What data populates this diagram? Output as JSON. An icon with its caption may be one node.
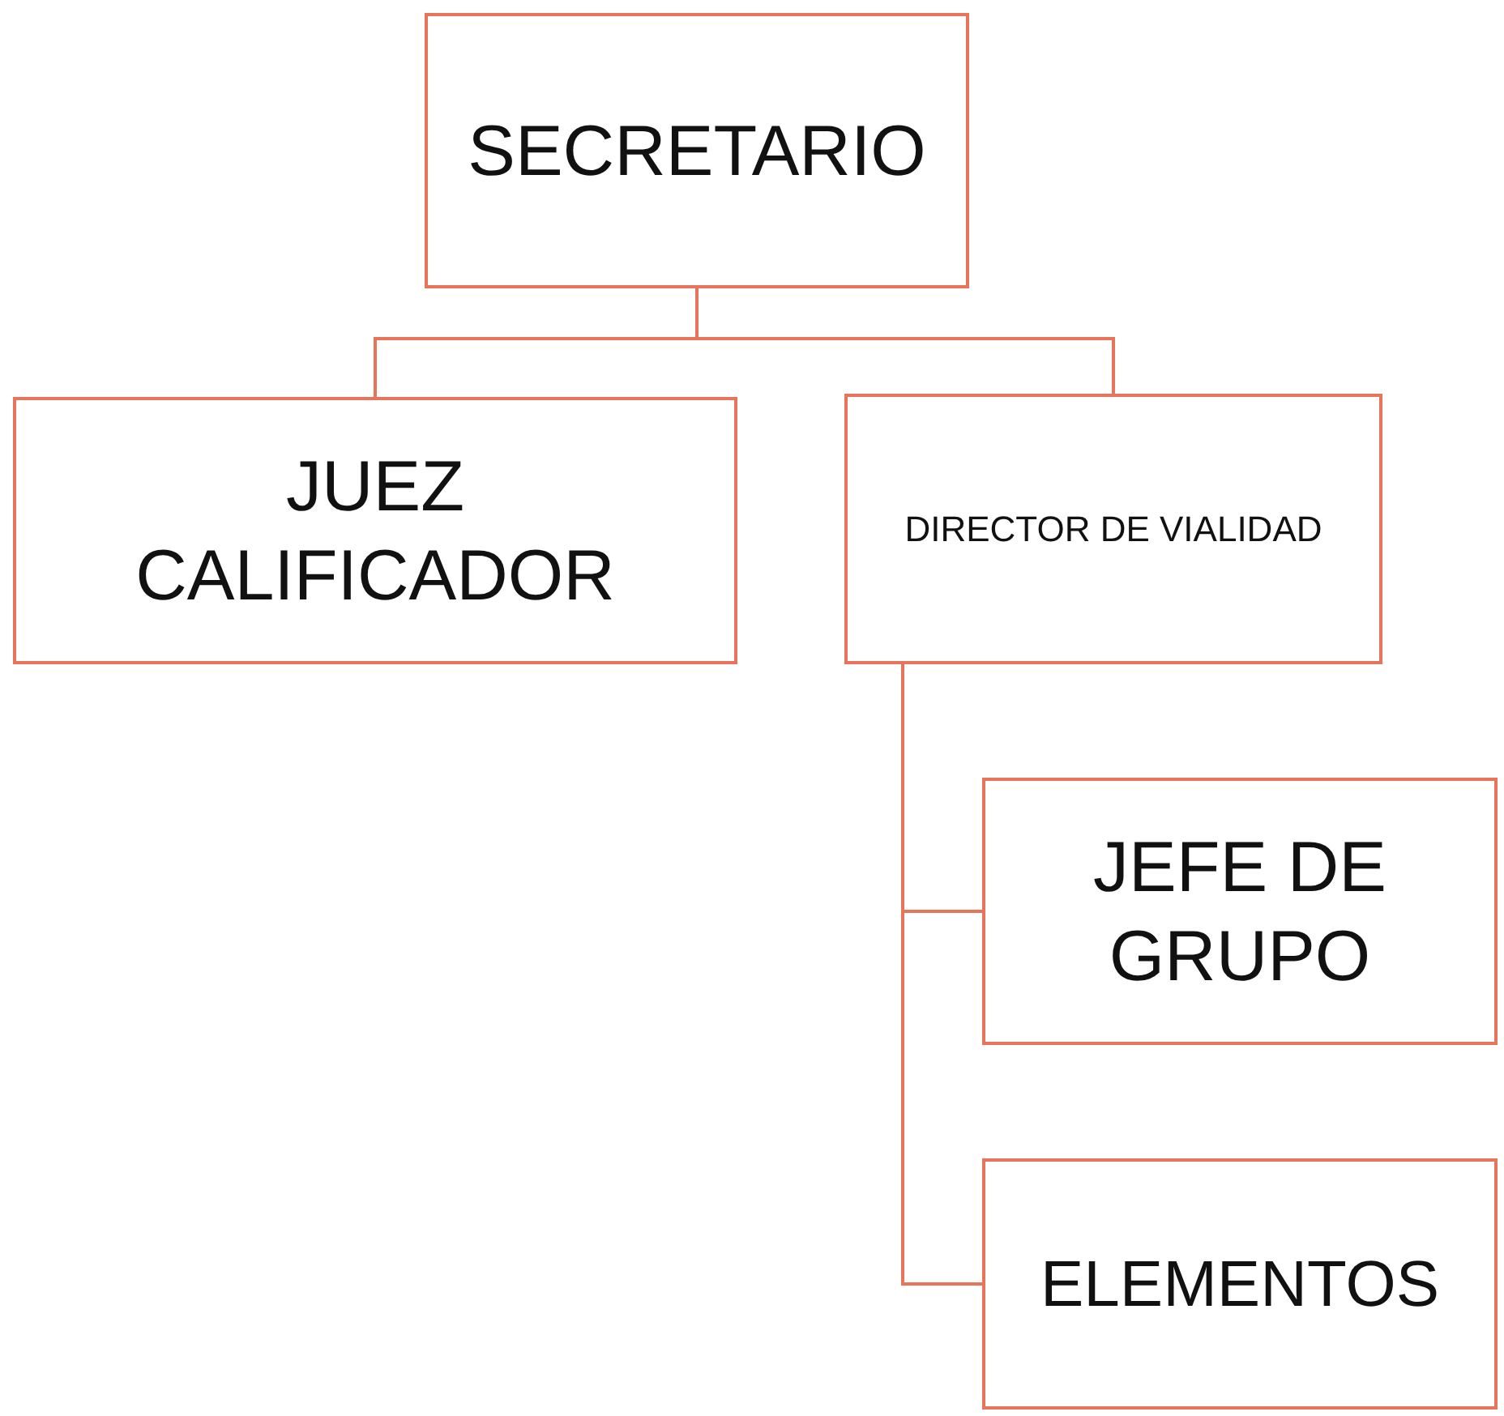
{
  "diagram": {
    "nodes": [
      {
        "text": [
          "SECRETARIO"
        ]
      },
      {
        "text": [
          "JUEZ CALIFICADOR"
        ]
      },
      {
        "text": [
          "DIRECTOR DE VIALIDAD"
        ]
      },
      {
        "text": [
          "JEFE DE GRUPO"
        ]
      },
      {
        "text": [
          "ELEMENTOS"
        ]
      }
    ],
    "edges": [
      {
        "from": 0,
        "to": 1,
        "arrow": "none"
      },
      {
        "from": 0,
        "to": 2,
        "arrow": "none"
      },
      {
        "from": 2,
        "to": 3,
        "arrow": "none"
      },
      {
        "from": 2,
        "to": 4,
        "arrow": "none"
      }
    ]
  }
}
